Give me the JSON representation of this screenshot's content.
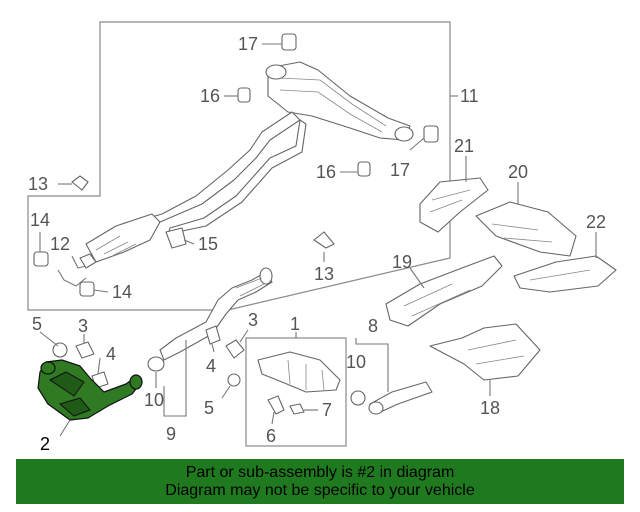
{
  "diagram": {
    "callouts": {
      "c1": "1",
      "c2": "2",
      "c3a": "3",
      "c3b": "3",
      "c4a": "4",
      "c4b": "4",
      "c5a": "5",
      "c5b": "5",
      "c6": "6",
      "c7": "7",
      "c8": "8",
      "c9": "9",
      "c10a": "10",
      "c10b": "10",
      "c11": "11",
      "c12": "12",
      "c13a": "13",
      "c13b": "13",
      "c14a": "14",
      "c14b": "14",
      "c15": "15",
      "c16a": "16",
      "c16b": "16",
      "c17a": "17",
      "c17b": "17",
      "c18": "18",
      "c19": "19",
      "c20": "20",
      "c21": "21",
      "c22": "22"
    },
    "highlight_color": "#2f7a22"
  },
  "banner": {
    "line1": "Part or sub-assembly is #2 in diagram",
    "line2": "Diagram may not be specific to your vehicle",
    "background": "#1f7a1f"
  }
}
